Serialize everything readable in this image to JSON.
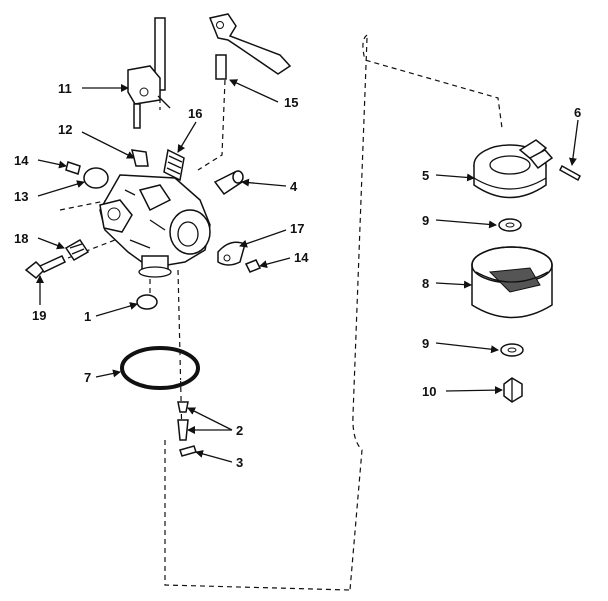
{
  "diagram": {
    "callouts": [
      {
        "id": "c11",
        "text": "11"
      },
      {
        "id": "c15",
        "text": "15"
      },
      {
        "id": "c12",
        "text": "12"
      },
      {
        "id": "c16",
        "text": "16"
      },
      {
        "id": "c14a",
        "text": "14"
      },
      {
        "id": "c13",
        "text": "13"
      },
      {
        "id": "c4",
        "text": "4"
      },
      {
        "id": "c18",
        "text": "18"
      },
      {
        "id": "c17",
        "text": "17"
      },
      {
        "id": "c14b",
        "text": "14"
      },
      {
        "id": "c19",
        "text": "19"
      },
      {
        "id": "c1",
        "text": "1"
      },
      {
        "id": "c7",
        "text": "7"
      },
      {
        "id": "c2",
        "text": "2"
      },
      {
        "id": "c3",
        "text": "3"
      },
      {
        "id": "c6",
        "text": "6"
      },
      {
        "id": "c5",
        "text": "5"
      },
      {
        "id": "c9a",
        "text": "9"
      },
      {
        "id": "c8",
        "text": "8"
      },
      {
        "id": "c9b",
        "text": "9"
      },
      {
        "id": "c10",
        "text": "10"
      }
    ]
  }
}
